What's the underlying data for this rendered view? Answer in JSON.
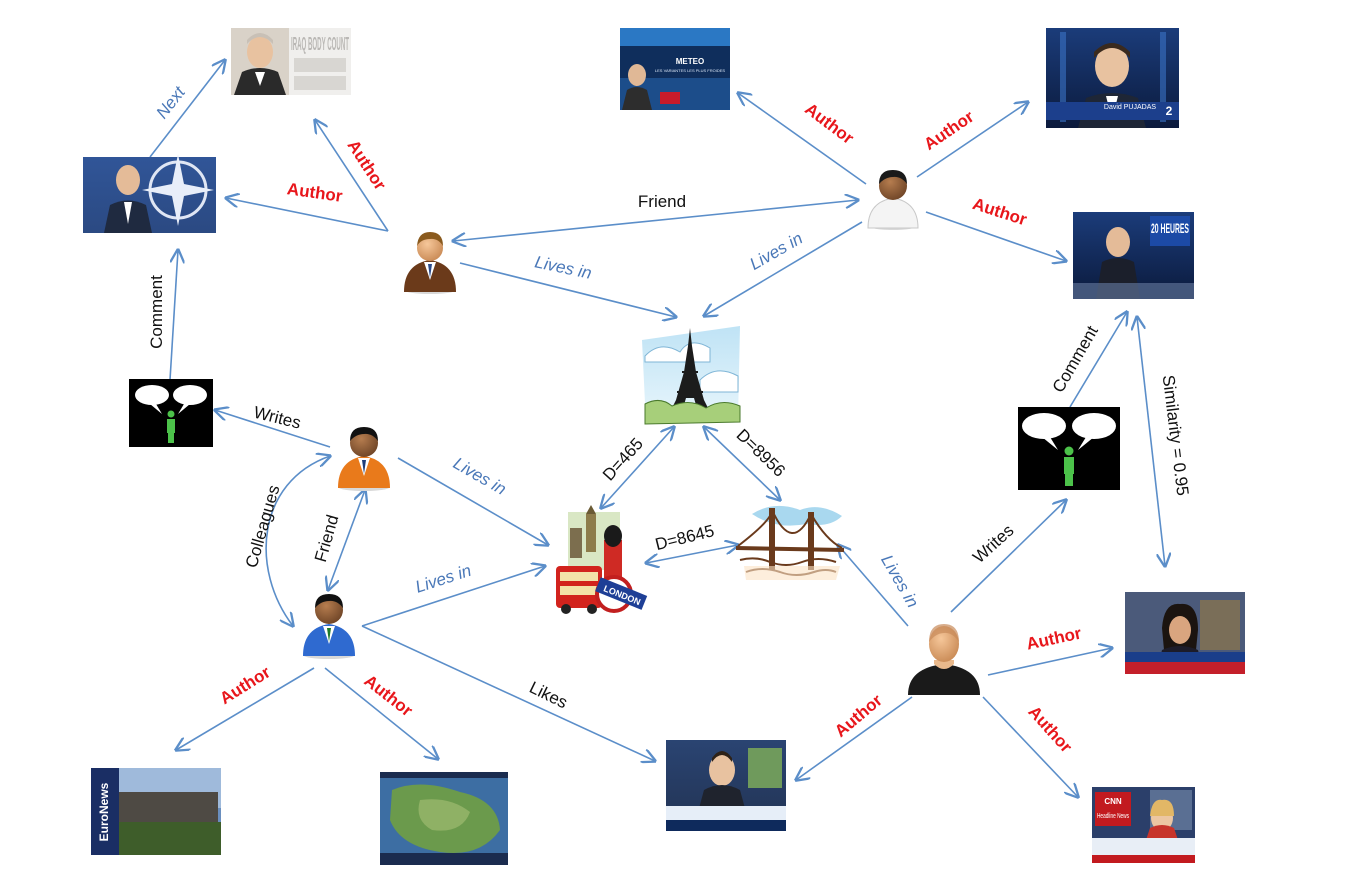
{
  "colors": {
    "edge": "#5b8ec9",
    "label_blue": "#4a78b8",
    "label_red": "#e8161b",
    "label_black": "#111111"
  },
  "labels": {
    "next": "Next",
    "author": "Author",
    "friend": "Friend",
    "lives_in": "Lives in",
    "comment": "Comment",
    "writes": "Writes",
    "colleagues": "Colleagues",
    "likes": "Likes",
    "similarity": "Similarity = 0.95",
    "d465": "D=465",
    "d8956": "D=8956",
    "d8645": "D=8645"
  },
  "thumbnails": {
    "iraq_body_count": "IRAQ BODY COUNT",
    "meteo": "METEO",
    "meteo_sub": "LES VARIANTES LES PLUS FROIDES",
    "news_20h": "20 HEURES",
    "euronews": "EuroNews",
    "headline_news": "Headline News",
    "cnn": "CNN",
    "london": "LONDON",
    "david_pujadas": "David PUJADAS",
    "france2": "2"
  },
  "nodes": {
    "persons": [
      "person-brown-suit",
      "person-white-shirt",
      "person-orange-suit",
      "person-blue-suit",
      "person-black-shirt"
    ],
    "places": [
      "paris-eiffel-tower",
      "london",
      "san-francisco-golden-gate"
    ],
    "comments": [
      "comment-left",
      "comment-right"
    ]
  }
}
